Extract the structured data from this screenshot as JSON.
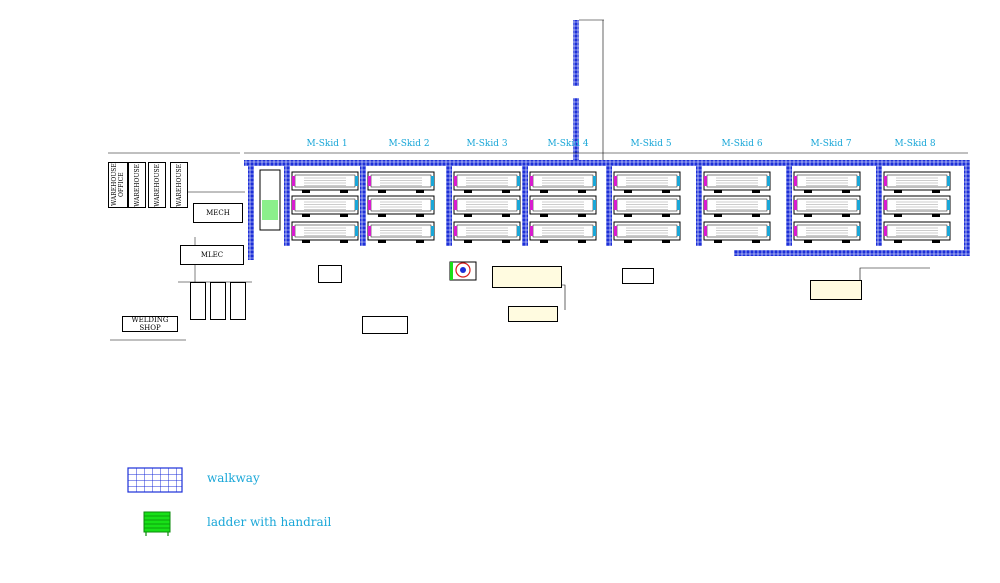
{
  "colors": {
    "walkway_blue": "#1c2fd8",
    "label_cyan": "#1aa7d8",
    "skid_magenta": "#d81ccf",
    "ladder_green": "#18e018",
    "note_yellow": "#c9b400"
  },
  "skids": [
    {
      "label": "M-Skid 1"
    },
    {
      "label": "M-Skid 2"
    },
    {
      "label": "M-Skid 3"
    },
    {
      "label": "M-Skid 4"
    },
    {
      "label": "M-Skid 5"
    },
    {
      "label": "M-Skid 6"
    },
    {
      "label": "M-Skid 7"
    },
    {
      "label": "M-Skid 8"
    }
  ],
  "buildings": {
    "warehouse_office": "WAREHOUSE OFFICE",
    "warehouse_1": "WAREHOUSE",
    "warehouse_2": "WAREHOUSE",
    "warehouse_3": "WAREHOUSE",
    "mech": "MECH",
    "mlec": "MLEC",
    "welding_shop": "WELDING SHOP"
  },
  "legend": {
    "walkway_label": "walkway",
    "ladder_label": "ladder with handrail"
  },
  "icons": {
    "walkway_legend": "walkway-hatch-icon",
    "ladder_legend": "ladder-icon"
  }
}
